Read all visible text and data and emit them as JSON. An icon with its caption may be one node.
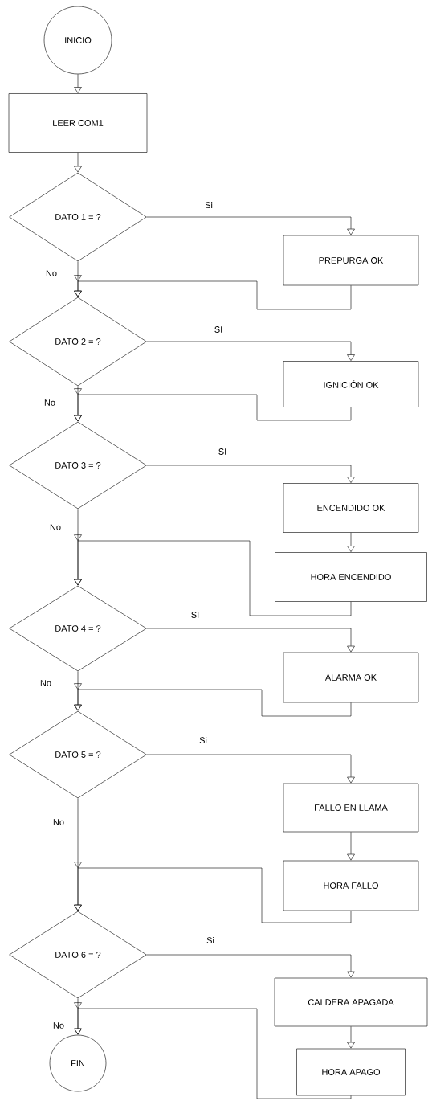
{
  "diagram": {
    "nodes": [
      {
        "text": [
          "INICIO"
        ]
      },
      {
        "text": [
          "LEER COM1"
        ]
      },
      {
        "text": [
          "DATO 1 = ?"
        ]
      },
      {
        "text": [
          "PREPURGA OK"
        ]
      },
      {
        "text": [
          "DATO 2 = ?"
        ]
      },
      {
        "text": [
          "IGNICIÓN OK"
        ]
      },
      {
        "text": [
          "DATO 3 = ?"
        ]
      },
      {
        "text": [
          "ENCENDIDO OK"
        ]
      },
      {
        "text": [
          "HORA ENCENDIDO"
        ]
      },
      {
        "text": [
          "DATO 4 = ?"
        ]
      },
      {
        "text": [
          "ALARMA OK"
        ]
      },
      {
        "text": [
          "DATO 5 = ?"
        ]
      },
      {
        "text": [
          "FALLO EN LLAMA"
        ]
      },
      {
        "text": [
          "HORA FALLO"
        ]
      },
      {
        "text": [
          "DATO 6 = ?"
        ]
      },
      {
        "text": [
          "CALDERA APAGADA"
        ]
      },
      {
        "text": [
          "HORA APAGO"
        ]
      },
      {
        "text": [
          "FIN"
        ]
      }
    ],
    "edges": [
      {
        "from": 0,
        "to": 1,
        "arrow": "to"
      },
      {
        "from": 1,
        "to": 2,
        "arrow": "to"
      },
      {
        "from": 2,
        "to": 3,
        "arrow": "to",
        "label": "Si"
      },
      {
        "from": 2,
        "to": 4,
        "arrow": "to",
        "label": "No"
      },
      {
        "from": 3,
        "to": 4,
        "arrow": "to"
      },
      {
        "from": 4,
        "to": 5,
        "arrow": "to",
        "label": "SI"
      },
      {
        "from": 4,
        "to": 6,
        "arrow": "to",
        "label": "No"
      },
      {
        "from": 5,
        "to": 6,
        "arrow": "to"
      },
      {
        "from": 6,
        "to": 7,
        "arrow": "to",
        "label": "SI"
      },
      {
        "from": 7,
        "to": 8,
        "arrow": "to"
      },
      {
        "from": 6,
        "to": 9,
        "arrow": "to",
        "label": "No"
      },
      {
        "from": 8,
        "to": 9,
        "arrow": "to"
      },
      {
        "from": 9,
        "to": 10,
        "arrow": "to",
        "label": "SI"
      },
      {
        "from": 9,
        "to": 11,
        "arrow": "to",
        "label": "No"
      },
      {
        "from": 10,
        "to": 11,
        "arrow": "to"
      },
      {
        "from": 11,
        "to": 12,
        "arrow": "to",
        "label": "Si"
      },
      {
        "from": 12,
        "to": 13,
        "arrow": "to"
      },
      {
        "from": 11,
        "to": 14,
        "arrow": "to",
        "label": "No"
      },
      {
        "from": 13,
        "to": 14,
        "arrow": "to"
      },
      {
        "from": 14,
        "to": 15,
        "arrow": "to",
        "label": "Si"
      },
      {
        "from": 15,
        "to": 16,
        "arrow": "to"
      },
      {
        "from": 14,
        "to": 17,
        "arrow": "to",
        "label": "No"
      },
      {
        "from": 16,
        "to": 17,
        "arrow": "to"
      }
    ]
  }
}
